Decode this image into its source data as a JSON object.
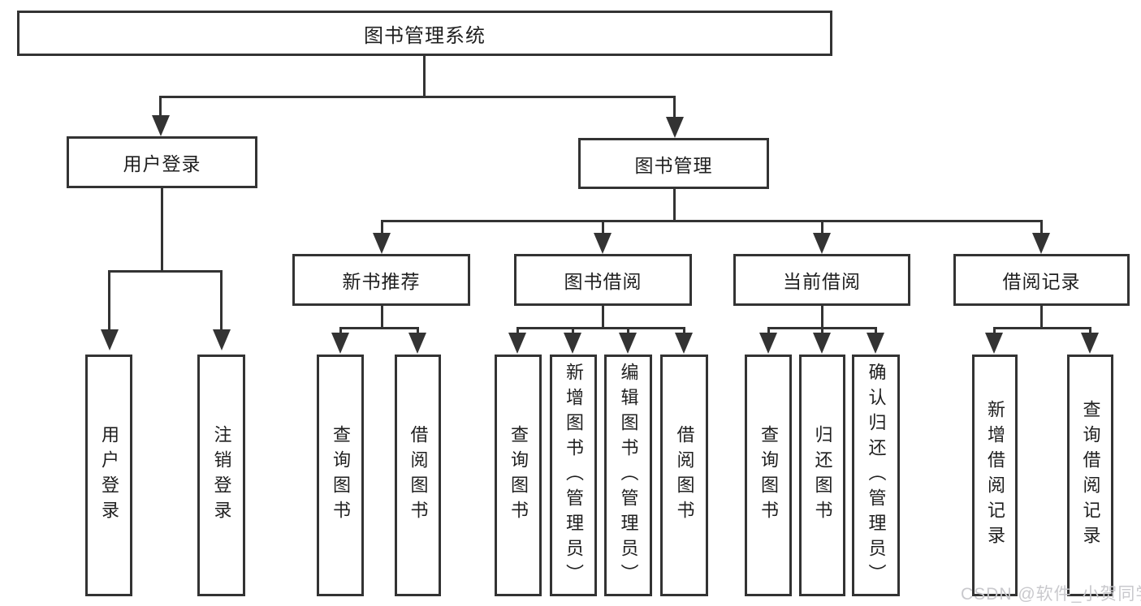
{
  "tree": {
    "root": "图书管理系统",
    "branches": [
      {
        "label": "用户登录",
        "children": [
          "用户登录",
          "注销登录"
        ]
      },
      {
        "label": "图书管理",
        "groups": [
          {
            "label": "新书推荐",
            "children": [
              "查询图书",
              "借阅图书"
            ]
          },
          {
            "label": "图书借阅",
            "children": [
              "查询图书",
              "新增图书（管理员）",
              "编辑图书（管理员）",
              "借阅图书"
            ]
          },
          {
            "label": "当前借阅",
            "children": [
              "查询图书",
              "归还图书",
              "确认归还（管理员）"
            ]
          },
          {
            "label": "借阅记录",
            "children": [
              "新增借阅记录",
              "查询借阅记录"
            ]
          }
        ]
      }
    ]
  },
  "watermark": "CSDN @软件_小贺同学",
  "colors": {
    "line": "#333333",
    "text": "#1f1f1f",
    "watermark": "#c9c9cd",
    "background": "#ffffff"
  }
}
